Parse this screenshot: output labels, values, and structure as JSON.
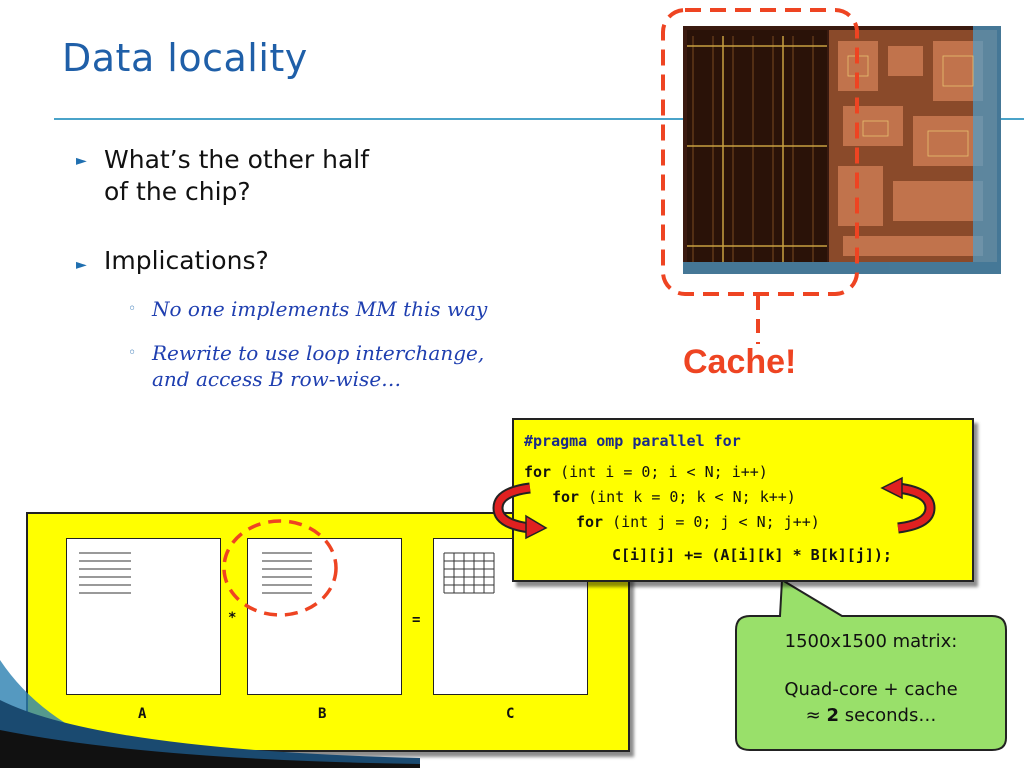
{
  "slide": {
    "title": "Data locality",
    "bullets": [
      {
        "line1": "What’s the other half",
        "line2": "of the chip?"
      },
      {
        "line1": "Implications?"
      }
    ],
    "sub_bullets": [
      {
        "text": "No one implements MM this way"
      },
      {
        "line1": "Rewrite to use loop interchange,",
        "line2": "and access B row-wise…"
      }
    ]
  },
  "chip_callout": {
    "label": "Cache!",
    "color": "#ee4422"
  },
  "matrices": {
    "labels": [
      "A",
      "B",
      "C"
    ],
    "multiply_symbol": "*",
    "equals_symbol": "="
  },
  "code": {
    "pragma": "#pragma omp parallel for",
    "line1_kw": "for",
    "line1_rest": " (int i = 0; i < N; i++)",
    "line2_kw": "for",
    "line2_rest": " (int k = 0; k < N; k++)",
    "line3_kw": "for",
    "line3_rest": " (int j = 0; j < N; j++)",
    "body": "C[i][j] += (A[i][k] * B[k][j]);"
  },
  "result_callout": {
    "heading": "1500x1500 matrix:",
    "line1": "Quad-core + cache",
    "approx": "≈",
    "value": "2",
    "unit": "seconds…"
  },
  "colors": {
    "title": "#1f5fa8",
    "highlight": "#ffff00",
    "callout_green": "#99e06a",
    "dashed_red": "#ee4422",
    "sub_text": "#1f3fb0"
  },
  "icons": [
    "triangle-bullet-icon",
    "ring-bullet-icon",
    "swap-arrow-icon"
  ]
}
